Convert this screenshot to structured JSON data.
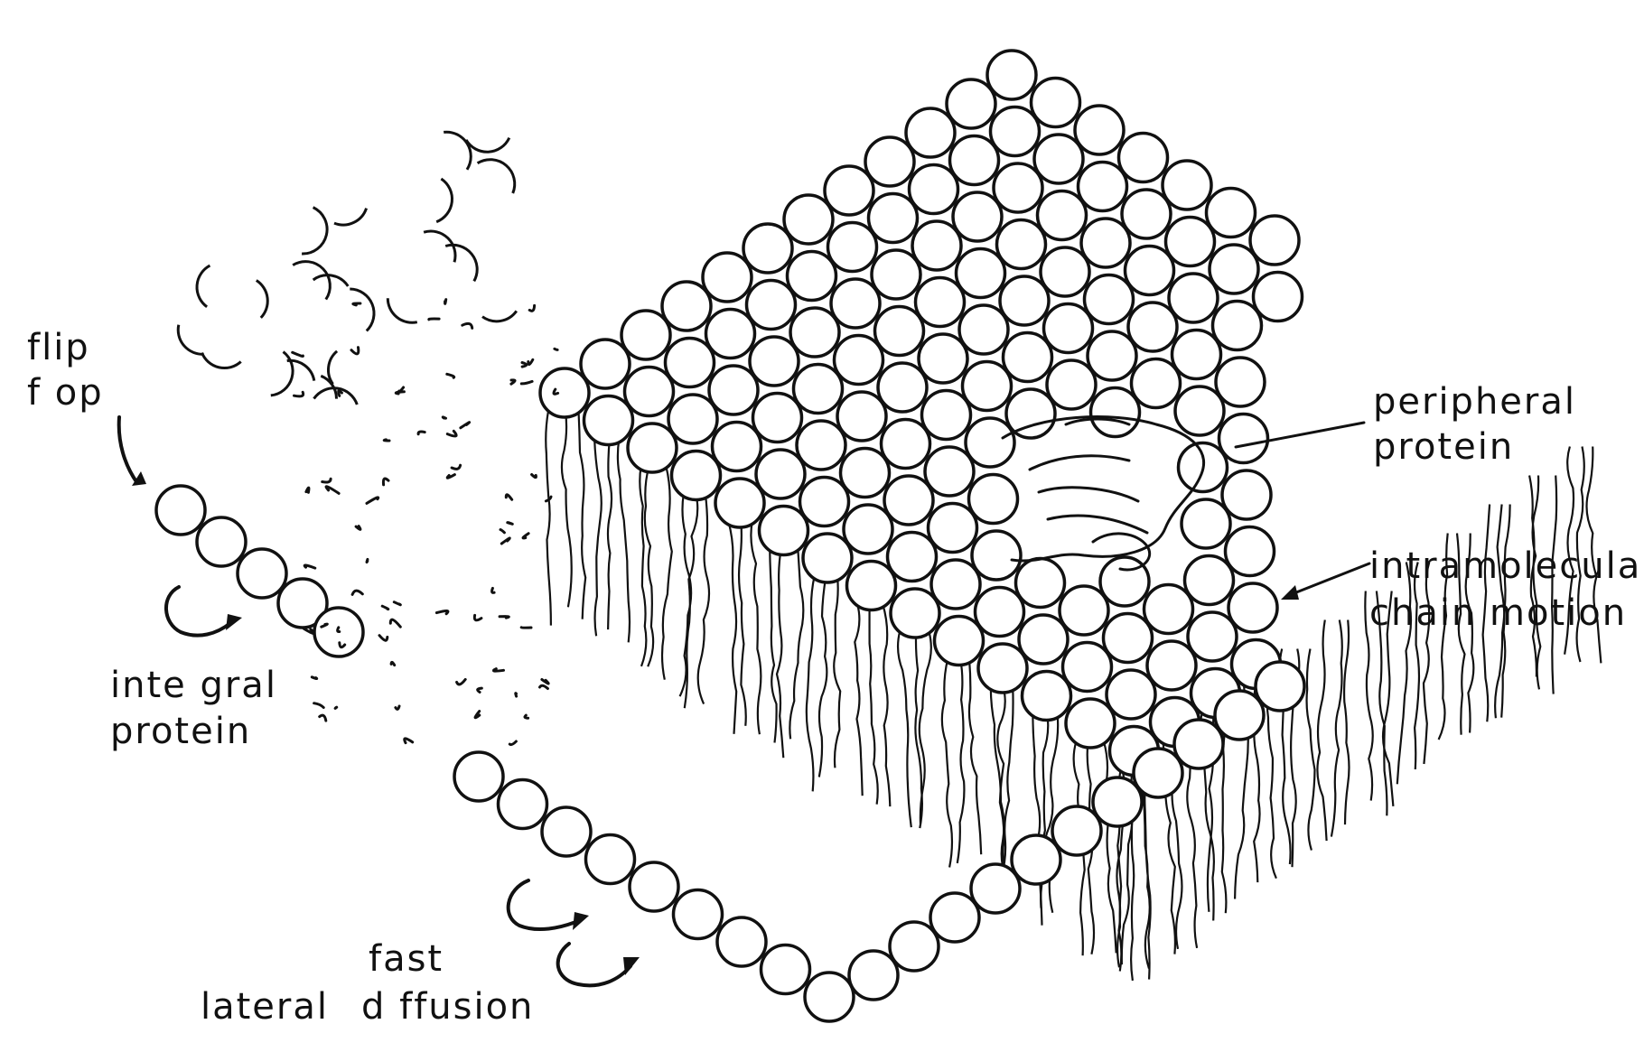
{
  "labels": {
    "flip_flop": [
      "flip",
      "f op"
    ],
    "integral_protein": [
      "inte gral",
      "protein"
    ],
    "fast_lateral_diffusion": [
      "fast",
      "lateral",
      "d ffusion"
    ],
    "peripheral_protein": [
      "peripheral",
      "protein"
    ],
    "intramolecular_chain_motion": [
      "intramolecular",
      "chain motion"
    ]
  },
  "colors": {
    "ink": "#111111",
    "paper": "#ffffff"
  }
}
